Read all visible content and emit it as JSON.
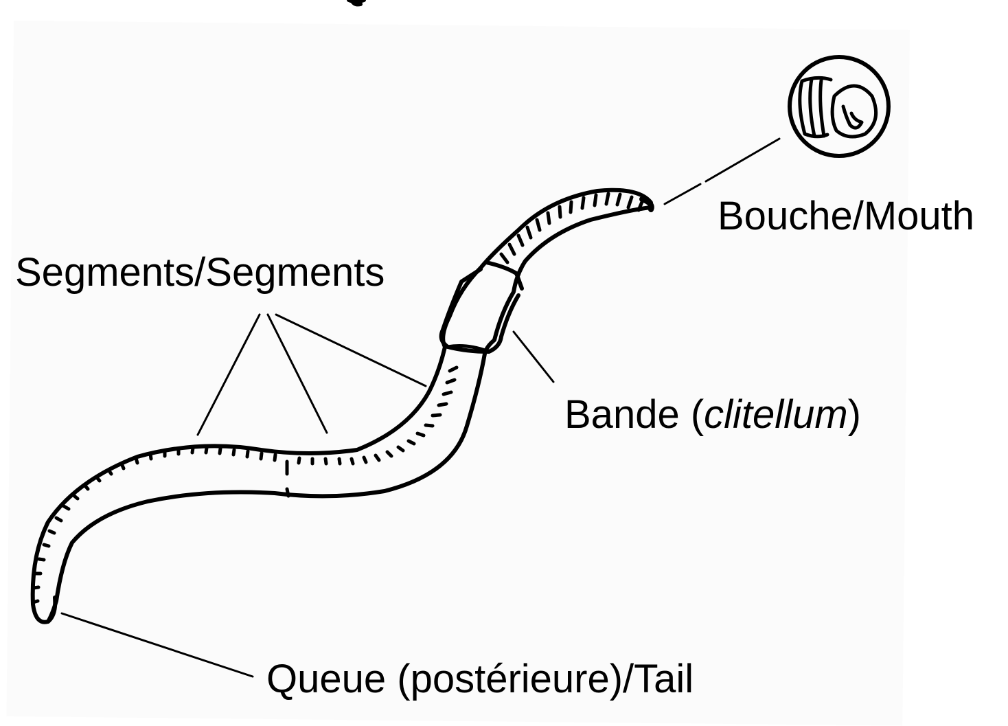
{
  "labels": {
    "mouth": "Bouche/Mouth",
    "segments": "Segments/Segments",
    "band_prefix": "Bande (",
    "band_term": "clitellum",
    "band_suffix": ")",
    "tail": "Queue (postérieure)/Tail"
  },
  "colors": {
    "ink": "#000000",
    "paper": "#fbfbfb",
    "background": "#ffffff"
  },
  "parts": [
    "mouth-detail",
    "head",
    "clitellum",
    "body",
    "tail"
  ]
}
